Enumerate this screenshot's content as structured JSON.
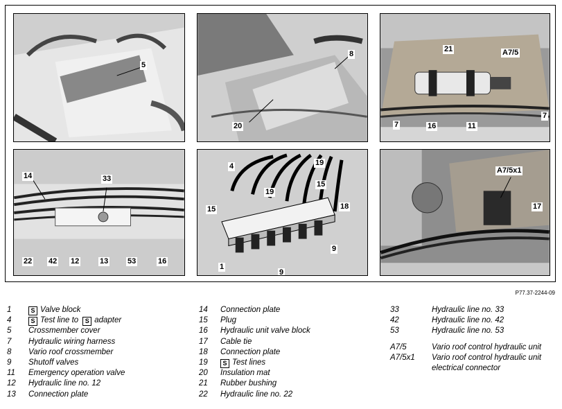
{
  "figure_ref": "P77.37-2244-09",
  "panels": {
    "p1": {
      "callouts": [
        "5"
      ]
    },
    "p2": {
      "callouts": [
        "8",
        "20"
      ]
    },
    "p3": {
      "callouts": [
        "21",
        "A7/5",
        "7",
        "16",
        "11",
        "7"
      ]
    },
    "p4": {
      "callouts": [
        "14",
        "33",
        "22",
        "42",
        "12",
        "13",
        "53",
        "16"
      ]
    },
    "p5": {
      "callouts": [
        "4",
        "19",
        "19",
        "15",
        "15",
        "18",
        "1",
        "9",
        "9"
      ]
    },
    "p6": {
      "callouts": [
        "A7/5x1",
        "17"
      ]
    }
  },
  "legend": {
    "col1": [
      {
        "num": "1",
        "icon": true,
        "text": "Valve block"
      },
      {
        "num": "4",
        "icon": true,
        "text": "Test line to",
        "icon2": true,
        "text2": "adapter"
      },
      {
        "num": "5",
        "text": "Crossmember cover"
      },
      {
        "num": "7",
        "text": "Hydraulic wiring harness"
      },
      {
        "num": "8",
        "text": "Vario roof crossmember"
      },
      {
        "num": "9",
        "text": "Shutoff valves"
      },
      {
        "num": "11",
        "text": "Emergency operation valve"
      },
      {
        "num": "12",
        "text": "Hydraulic line no. 12"
      },
      {
        "num": "13",
        "text": "Connection plate"
      }
    ],
    "col2": [
      {
        "num": "14",
        "text": "Connection plate"
      },
      {
        "num": "15",
        "text": "Plug"
      },
      {
        "num": "16",
        "text": "Hydraulic unit valve block"
      },
      {
        "num": "17",
        "text": "Cable tie"
      },
      {
        "num": "18",
        "text": "Connection plate"
      },
      {
        "num": "19",
        "icon": true,
        "text": "Test lines"
      },
      {
        "num": "20",
        "text": "Insulation mat"
      },
      {
        "num": "21",
        "text": "Rubber bushing"
      },
      {
        "num": "22",
        "text": "Hydraulic line no. 22"
      }
    ],
    "col3": [
      {
        "num": "33",
        "text": "Hydraulic line no. 33"
      },
      {
        "num": "42",
        "text": "Hydraulic line no. 42"
      },
      {
        "num": "53",
        "text": "Hydraulic line no. 53"
      },
      {
        "num": "A7/5",
        "text": "Vario roof control hydraulic unit"
      },
      {
        "num": "A7/5x1",
        "text": "Vario roof control hydraulic unit electrical connector"
      }
    ],
    "icon_glyph": "S"
  }
}
